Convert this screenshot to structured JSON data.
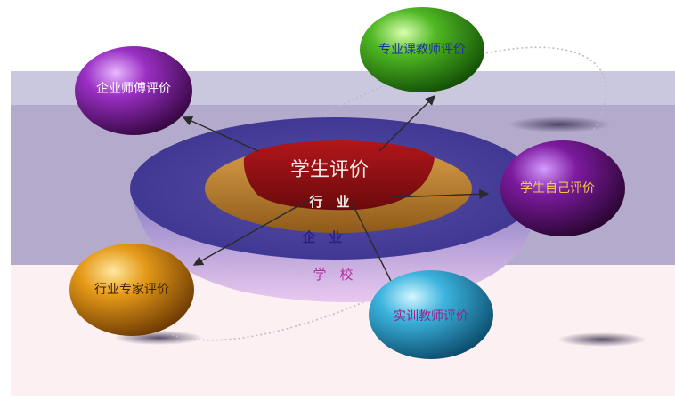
{
  "center": {
    "title": "学生评价",
    "industry": "行　业",
    "enterprise": "企　业",
    "school": "学　校"
  },
  "evaluators": [
    {
      "id": "enterprise-mentor",
      "label": "企业师傅评价",
      "color": "#7a1d9c"
    },
    {
      "id": "major-teacher",
      "label": "专业课教师评价",
      "color": "#3f9e1f"
    },
    {
      "id": "self",
      "label": "学生自己评价",
      "color": "#6b0f86"
    },
    {
      "id": "industry-expert",
      "label": "行业专家评价",
      "color": "#d4820e"
    },
    {
      "id": "training-teacher",
      "label": "实训教师评价",
      "color": "#2aa0c8"
    }
  ]
}
